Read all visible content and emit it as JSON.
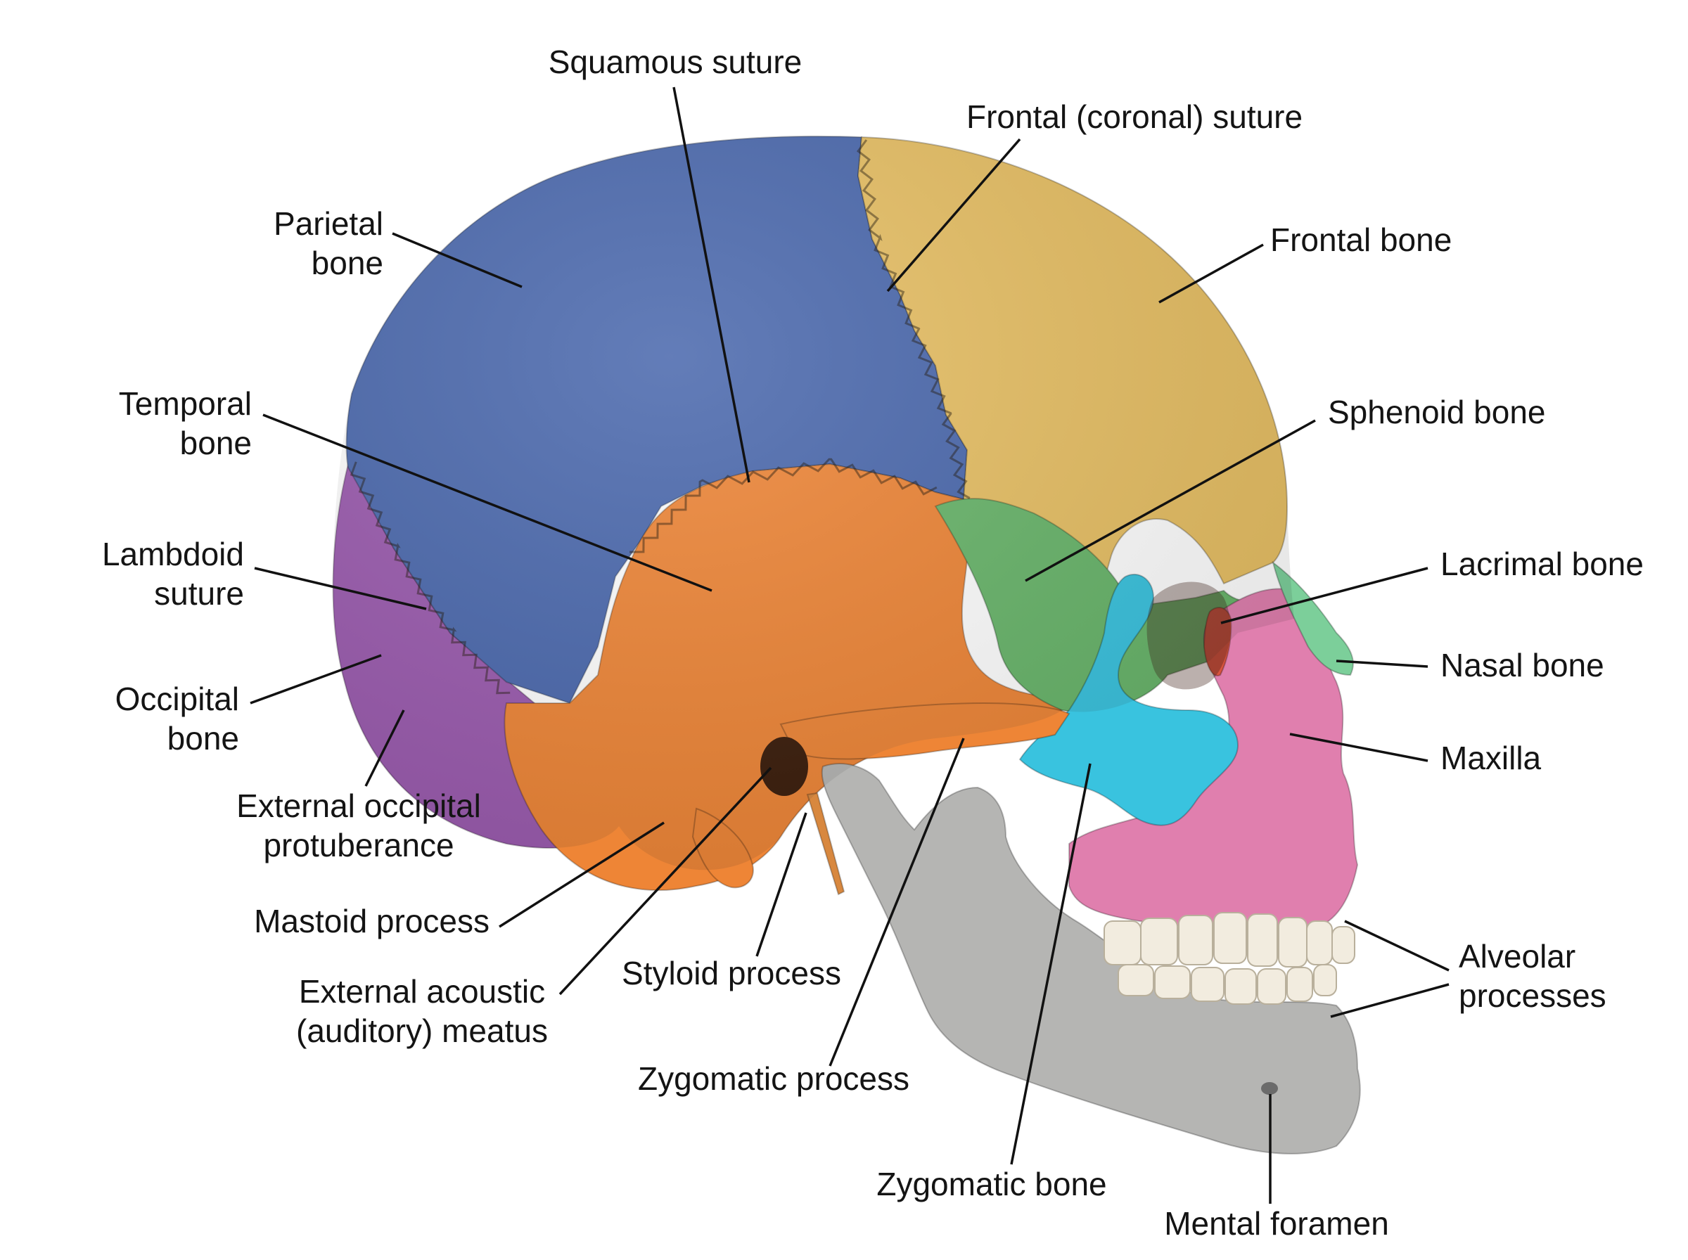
{
  "colors": {
    "parietal": "#4a68ad",
    "frontal": "#e7bf63",
    "temporal": "#ee8536",
    "occipital": "#9a5aae",
    "sphenoid": "#68b56a",
    "zygomatic": "#39c3df",
    "maxilla": "#e07fae",
    "nasal": "#7ccf9a",
    "lacrimal": "#d9543f",
    "mandible": "#b5b5b3",
    "teeth": "#f2ecdf",
    "leader": "#111111"
  },
  "labels": {
    "squamous_suture": [
      "Squamous suture"
    ],
    "frontal_coronal_suture": [
      "Frontal (coronal) suture"
    ],
    "parietal_bone": [
      "Parietal",
      "bone"
    ],
    "frontal_bone": [
      "Frontal bone"
    ],
    "temporal_bone": [
      "Temporal",
      "bone"
    ],
    "sphenoid_bone": [
      "Sphenoid bone"
    ],
    "lambdoid_suture": [
      "Lambdoid",
      "suture"
    ],
    "lacrimal_bone": [
      "Lacrimal bone"
    ],
    "nasal_bone": [
      "Nasal bone"
    ],
    "occipital_bone": [
      "Occipital",
      "bone"
    ],
    "maxilla": [
      "Maxilla"
    ],
    "external_occipital_protuberance": [
      "External occipital",
      "protuberance"
    ],
    "mastoid_process": [
      "Mastoid process"
    ],
    "alveolar_processes": [
      "Alveolar",
      "processes"
    ],
    "external_acoustic_meatus": [
      "External acoustic",
      "(auditory) meatus"
    ],
    "styloid_process": [
      "Styloid process"
    ],
    "zygomatic_process": [
      "Zygomatic process"
    ],
    "zygomatic_bone": [
      "Zygomatic bone"
    ],
    "mental_foramen": [
      "Mental foramen"
    ]
  }
}
